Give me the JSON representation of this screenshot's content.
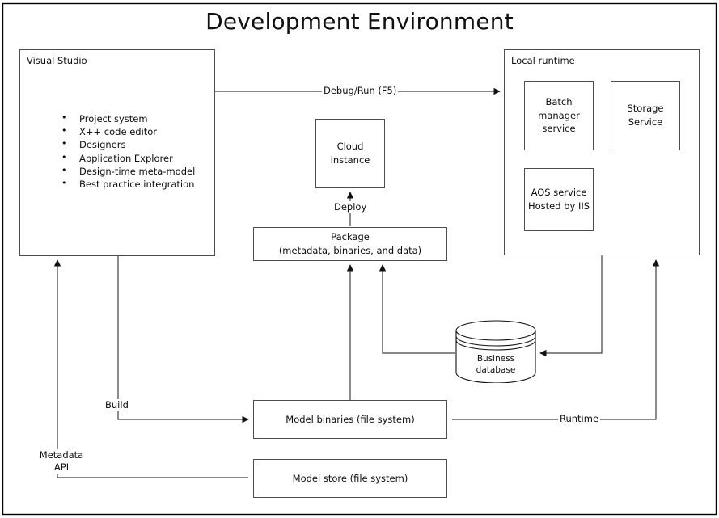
{
  "diagram": {
    "title": "Development Environment",
    "type": "architecture-block-diagram",
    "outer_frame": {
      "present": true,
      "color": "#000000"
    },
    "nodes": [
      {
        "id": "visual-studio",
        "label": "Visual Studio",
        "label_position": "top-left",
        "items": [
          "Project system",
          "X++ code editor",
          "Designers",
          "Application Explorer",
          "Design-time meta-model",
          "Best practice integration"
        ]
      },
      {
        "id": "local-runtime",
        "label": "Local runtime",
        "label_position": "top-left"
      },
      {
        "id": "batch-manager-service",
        "label": "Batch manager service"
      },
      {
        "id": "storage-service",
        "label": "Storage Service"
      },
      {
        "id": "aos-service",
        "label": "AOS service Hosted by IIS"
      },
      {
        "id": "cloud-instance",
        "label": "Cloud instance"
      },
      {
        "id": "package",
        "label": "Package (metadata, binaries, and data)"
      },
      {
        "id": "business-database",
        "label": "Business database",
        "shape": "cylinder"
      },
      {
        "id": "model-binaries",
        "label": "Model binaries (file system)"
      },
      {
        "id": "model-store",
        "label": "Model store (file system)"
      }
    ],
    "edge_labels": {
      "debug_run": "Debug/Run (F5)",
      "deploy": "Deploy",
      "build": "Build",
      "metadata_api_line1": "Metadata",
      "metadata_api_line2": "API",
      "runtime": "Runtime"
    },
    "node_text": {
      "visual_studio": "Visual Studio",
      "local_runtime": "Local runtime",
      "batch_manager_line1": "Batch",
      "batch_manager_line2": "manager",
      "batch_manager_line3": "service",
      "storage_line1": "Storage",
      "storage_line2": "Service",
      "aos_line1": "AOS service",
      "aos_line2": "Hosted by IIS",
      "cloud_line1": "Cloud",
      "cloud_line2": "instance",
      "package_line1": "Package",
      "package_line2": "(metadata, binaries, and data)",
      "business_db_line1": "Business",
      "business_db_line2": "database",
      "model_binaries": "Model binaries (file system)",
      "model_store": "Model store (file system)"
    },
    "bullets": {
      "b0": "Project system",
      "b1": "X++ code editor",
      "b2": "Designers",
      "b3": "Application Explorer",
      "b4": "Design-time meta-model",
      "b5": "Best practice integration"
    },
    "colors": {
      "box_stroke": "#4d4d4d",
      "connector_stroke": "#404040",
      "text": "#0d0d0d",
      "background": "#ffffff",
      "frame": "#000000"
    }
  }
}
